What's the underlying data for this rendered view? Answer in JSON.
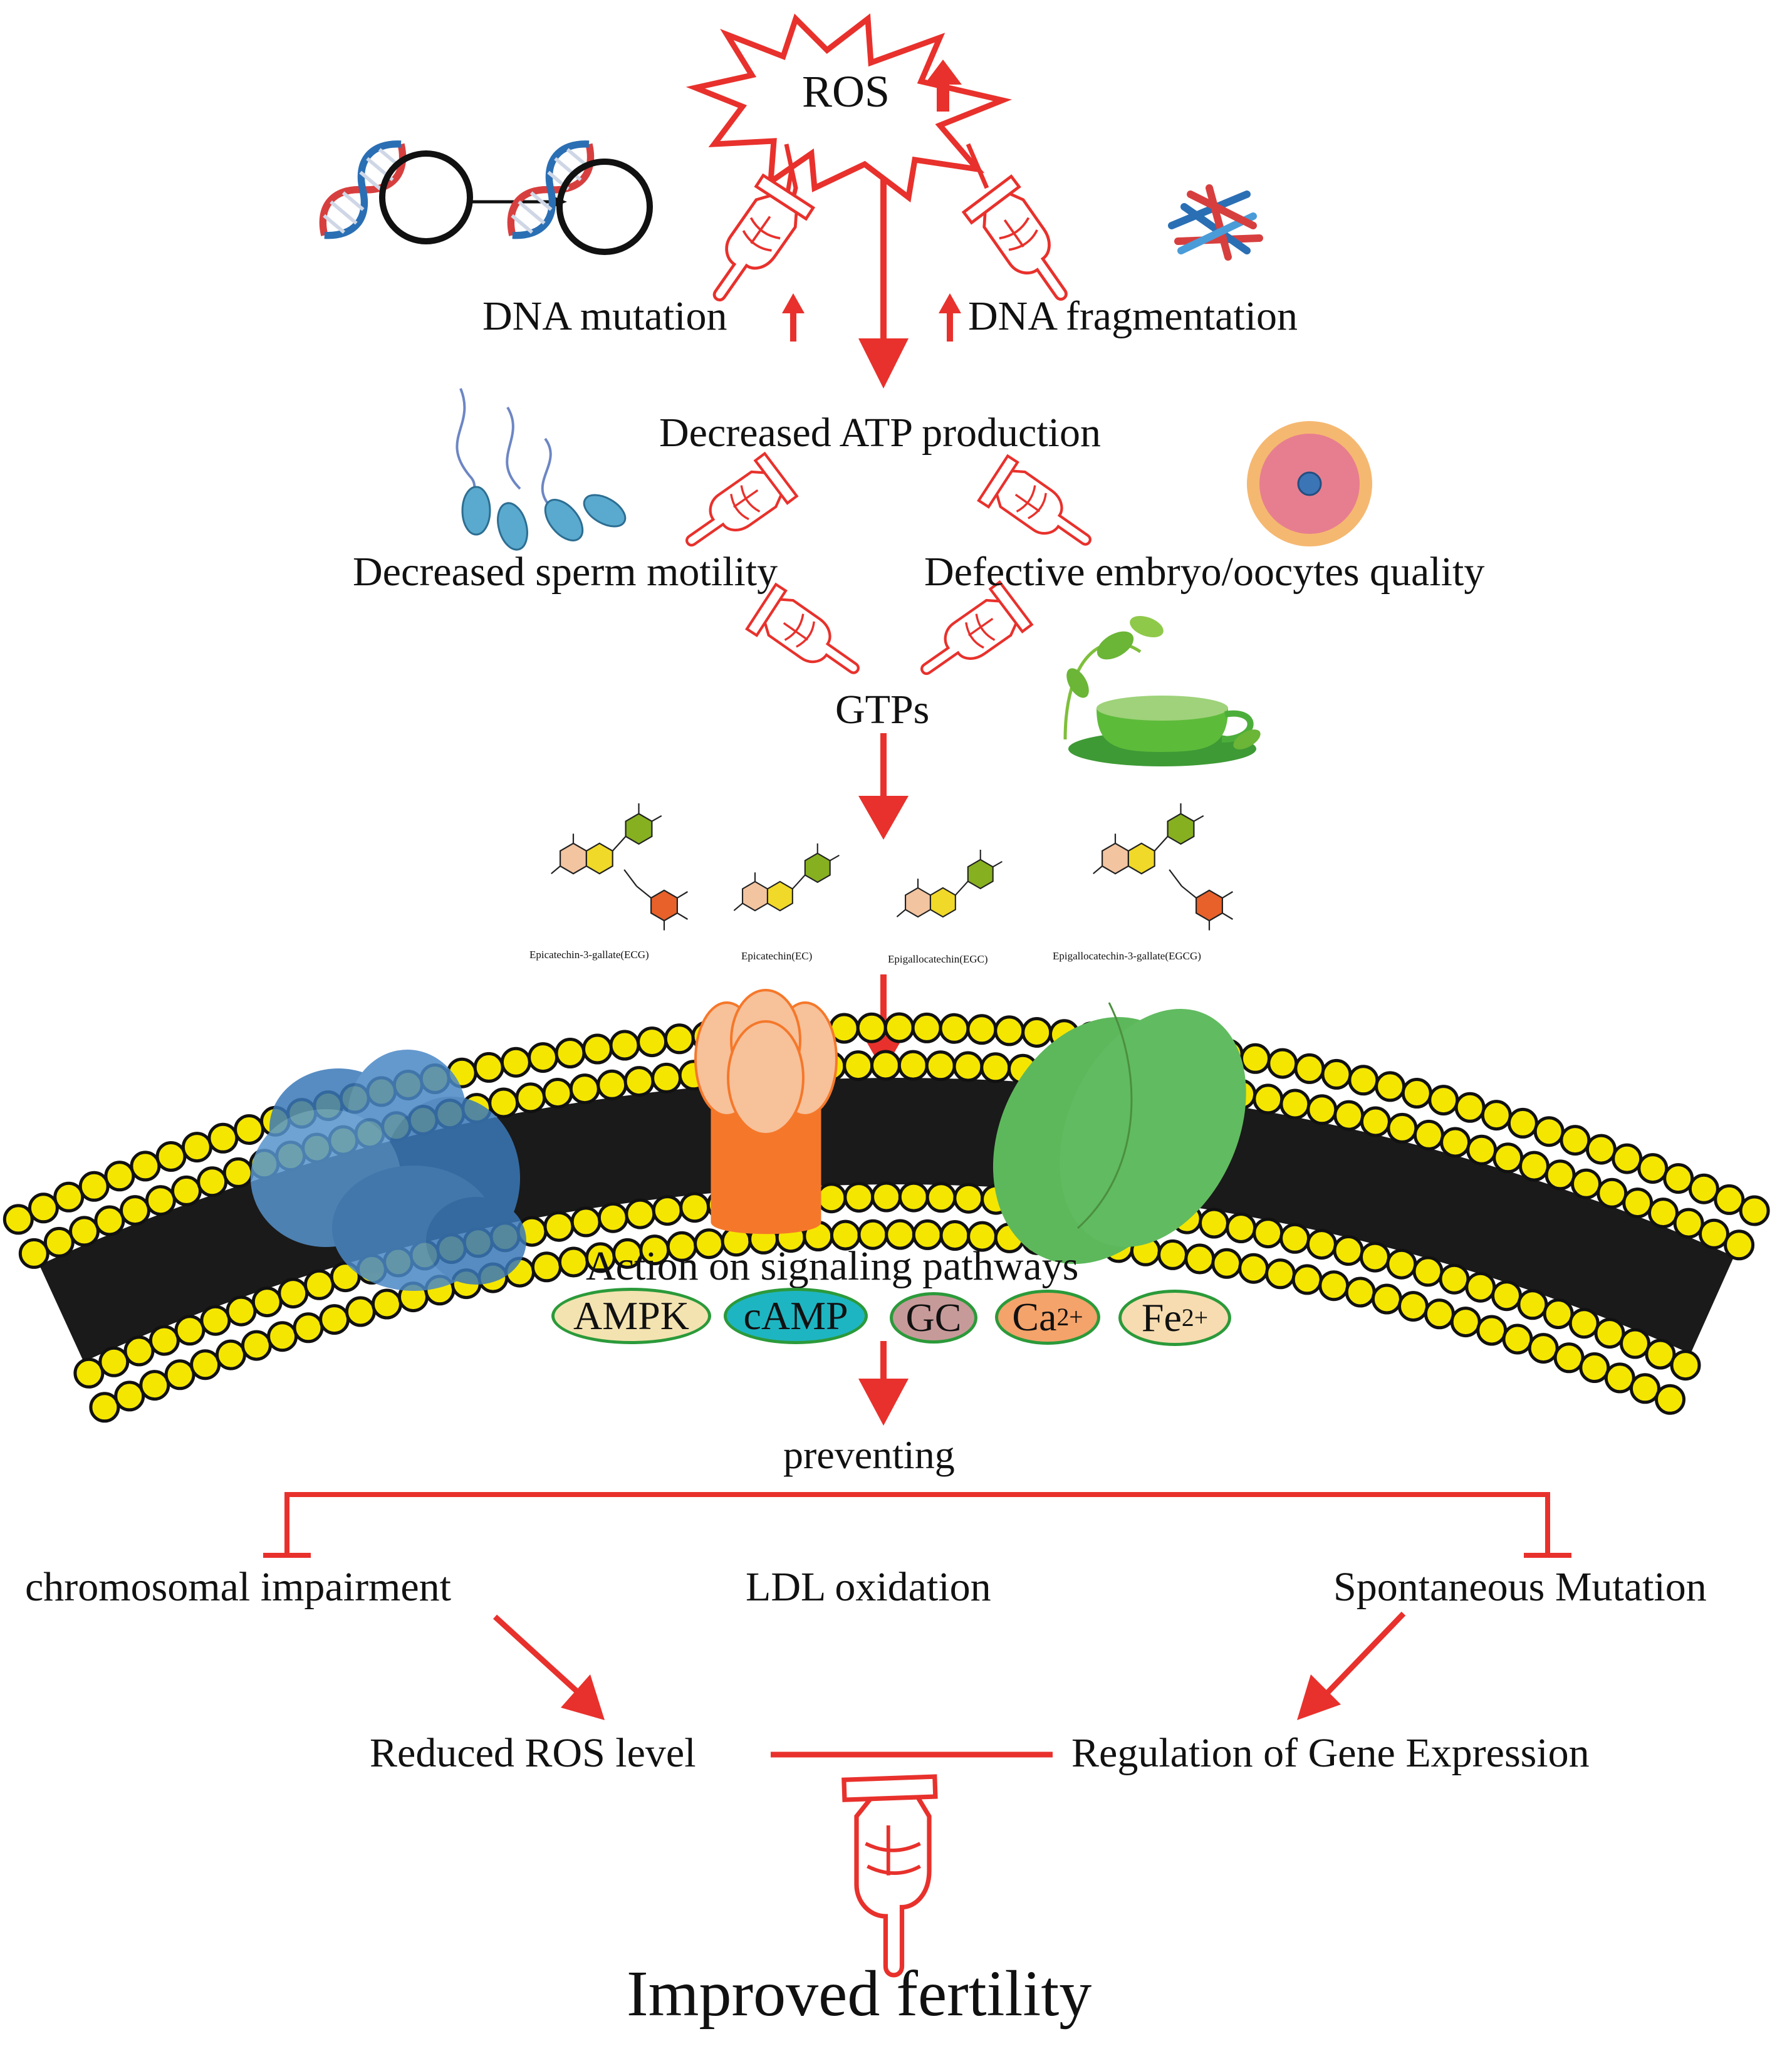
{
  "top": {
    "ros_label": "ROS",
    "dna_mutation": "DNA mutation",
    "dna_fragmentation": "DNA fragmentation",
    "decreased_atp": "Decreased ATP production",
    "decreased_sperm_motility": "Decreased sperm motility",
    "defective_embryo": "Defective embryo/oocytes quality",
    "gtps": "GTPs"
  },
  "catechins": [
    {
      "label": "Epicatechin-3-gallate(ECG)"
    },
    {
      "label": "Epicatechin(EC)"
    },
    {
      "label": "Epigallocatechin(EGC)"
    },
    {
      "label": "Epigallocatechin-3-gallate(EGCG)"
    }
  ],
  "membrane": {
    "action_label": "Action on signaling pathways",
    "pathways": [
      {
        "label": "AMPK",
        "sup": "",
        "fill": "#f3e3b0"
      },
      {
        "label": "cAMP",
        "sup": "",
        "fill": "#1eb5c2"
      },
      {
        "label": "GC",
        "sup": "",
        "fill": "#c79a9a"
      },
      {
        "label": "Ca",
        "sup": "2+",
        "fill": "#f4a36a"
      },
      {
        "label": "Fe",
        "sup": "2+",
        "fill": "#f6dcb0"
      }
    ],
    "preventing": "preventing"
  },
  "outcomes": {
    "chromosomal": "chromosomal impairment",
    "ldl": "LDL oxidation",
    "spontaneous": "Spontaneous Mutation",
    "reduced_ros": "Reduced ROS level",
    "gene_regulation": "Regulation of Gene Expression",
    "improved_fertility": "Improved fertility"
  },
  "colors": {
    "arrow": "#e8312c",
    "lipid_head": "#f5e600",
    "protein_blue": "#3a78b8",
    "protein_orange": "#f5782a",
    "protein_green": "#5db85c",
    "tea_green": "#4cae3a"
  },
  "icons": [
    "dna-icon",
    "sperm-icon",
    "oocyte-icon",
    "tea-cup-icon",
    "pointing-hand-icon"
  ]
}
